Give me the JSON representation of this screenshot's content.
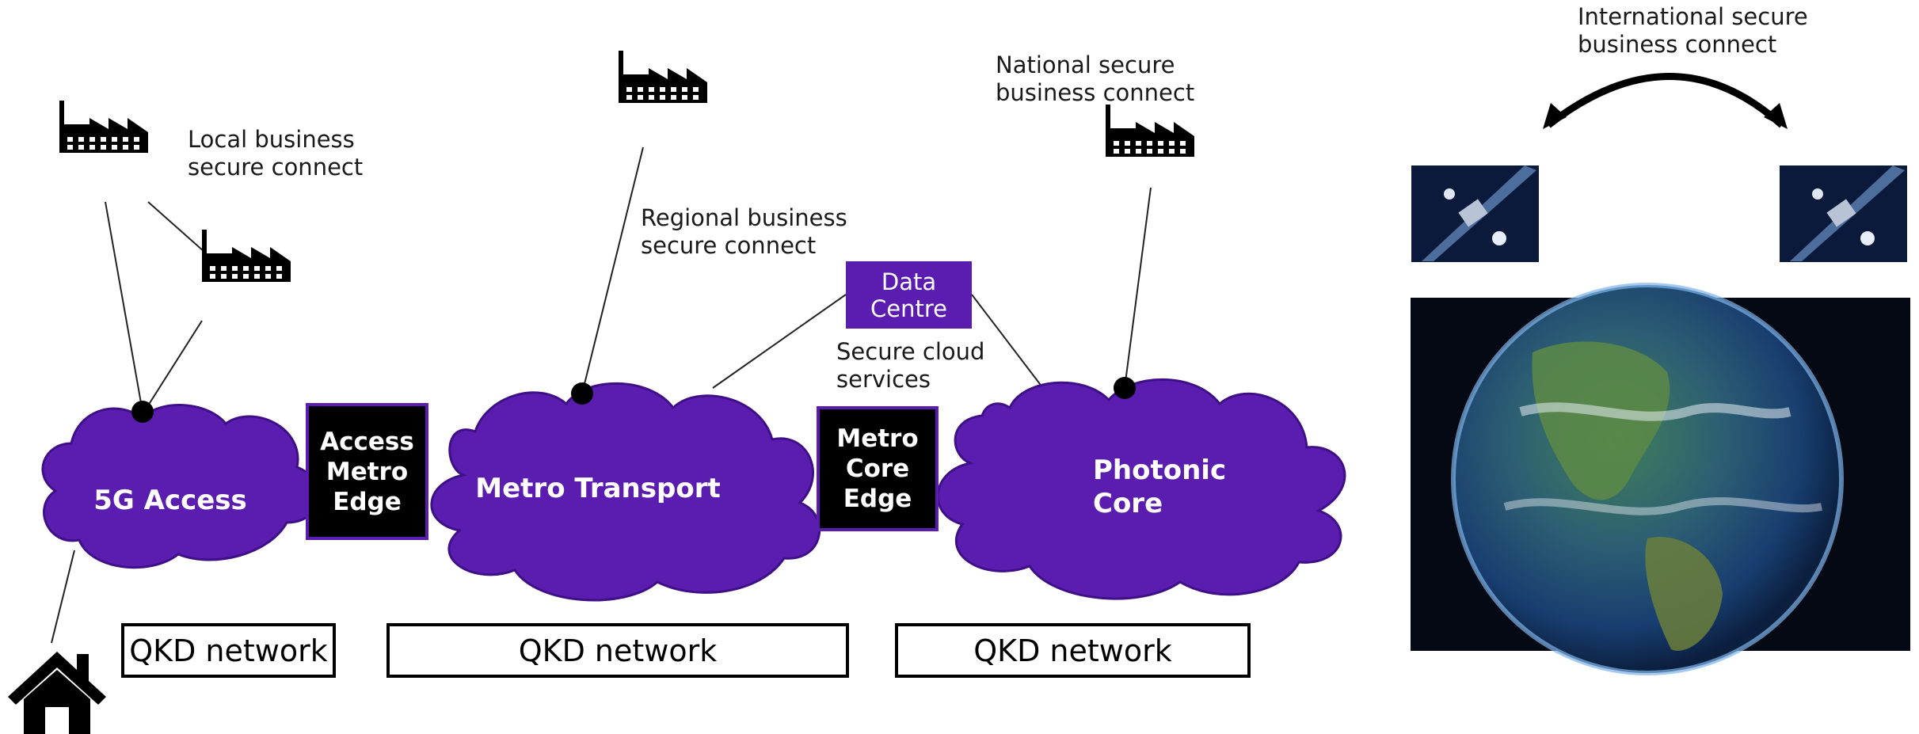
{
  "labels": {
    "local": "Local business\nsecure connect",
    "regional": "Regional business\nsecure connect",
    "national": "National secure\nbusiness connect",
    "international": "International secure\nbusiness connect",
    "cloud_services": "Secure cloud\nservices"
  },
  "clouds": {
    "access": "5G Access",
    "metro": "Metro Transport",
    "core": "Photonic\nCore"
  },
  "edges": {
    "access_metro": "Access\nMetro\nEdge",
    "metro_core": "Metro\nCore\nEdge"
  },
  "data_centre": "Data\nCentre",
  "qkd": [
    "QKD network",
    "QKD network",
    "QKD network"
  ],
  "colors": {
    "purple": "#5b1db0",
    "edge_border": "#5b1db0",
    "black": "#000000"
  }
}
